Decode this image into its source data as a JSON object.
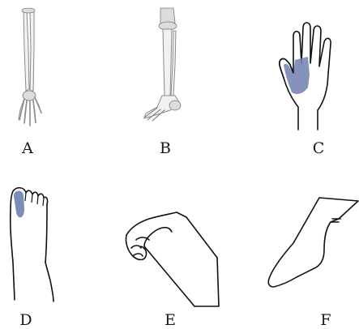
{
  "panels": [
    {
      "id": "A",
      "label": "A",
      "content": "forearm-hand-skeleton"
    },
    {
      "id": "B",
      "label": "B",
      "content": "lower-leg-foot-skeleton"
    },
    {
      "id": "C",
      "label": "C",
      "content": "hand-palm-outline",
      "highlight_color": "#6e7fb0"
    },
    {
      "id": "D",
      "label": "D",
      "content": "foot-top-outline",
      "highlight_color": "#6e7fb0"
    },
    {
      "id": "E",
      "label": "E",
      "content": "flexed-wrist-outline"
    },
    {
      "id": "F",
      "label": "F",
      "content": "foot-side-outline"
    }
  ],
  "colors": {
    "highlight": "#6e7fb0",
    "outline": "#111111",
    "bone_fill": "#f1f1f1",
    "bone_stroke": "#8a8a8a"
  }
}
